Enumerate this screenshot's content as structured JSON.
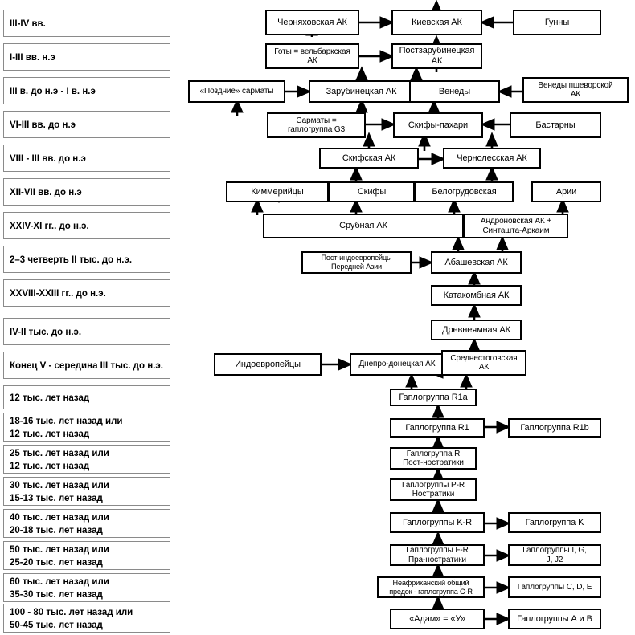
{
  "document": {
    "title": "Схема этногенеза и гаплогрупп",
    "language": "ru",
    "colors": {
      "background": "#ffffff",
      "node_border": "#000000",
      "timeline_border": "#8a8a8a",
      "text": "#000000",
      "arrow": "#000000"
    }
  },
  "timeline": {
    "name": "timeline-column",
    "items": [
      {
        "label": "III-IV вв."
      },
      {
        "label": "I-III вв. н.э"
      },
      {
        "label": "III в. до н.э - I в. н.э"
      },
      {
        "label": "VI-III вв. до н.э"
      },
      {
        "label": "VIII - III вв. до н.э"
      },
      {
        "label": "XII-VII вв. до н.э"
      },
      {
        "label": "XXIV-XI гг.. до н.э."
      },
      {
        "label": "2–3 четверть II тыс. до н.э."
      },
      {
        "label": "XXVIII-XXIII гг.. до н.э."
      },
      {
        "label": "IV-II тыс. до н.э."
      },
      {
        "label": "Конец V - середина III тыс. до н.э."
      },
      {
        "label": "12 тыс. лет назад"
      },
      {
        "label": "18-16 тыс. лет назад или\n12 тыс. лет назад"
      },
      {
        "label": "25 тыс. лет назад или\n12 тыс. лет назад"
      },
      {
        "label": "30 тыс. лет назад или\n15-13 тыс. лет назад"
      },
      {
        "label": "40 тыс. лет назад или\n20-18 тыс. лет назад"
      },
      {
        "label": "50 тыс. лет назад или\n25-20 тыс. лет назад"
      },
      {
        "label": "60 тыс. лет назад или\n35-30 тыс. лет назад"
      },
      {
        "label": "100 - 80 тыс. лет назад или\n50-45 тыс. лет назад"
      }
    ]
  },
  "diagram": {
    "name": "ethnogenesis-flowchart",
    "nodes": [
      {
        "id": "chernyahovskaya",
        "label": "Черняховская АК"
      },
      {
        "id": "kievskaya",
        "label": "Киевская АК"
      },
      {
        "id": "gunny",
        "label": "Гунны"
      },
      {
        "id": "goty_velbarskaya",
        "label": "Готы = вельбаркская\nАК"
      },
      {
        "id": "postzarubinetskaya",
        "label": "Постзарубинецкая\nАК"
      },
      {
        "id": "pozdnie_sarmaty",
        "label": "«Поздние» сарматы"
      },
      {
        "id": "zarubinetskaya",
        "label": "Зарубинецкая АК"
      },
      {
        "id": "venedy",
        "label": "Венеды"
      },
      {
        "id": "venedy_psheworsk",
        "label": "Венеды пшеворской\nАК"
      },
      {
        "id": "sarmaty_g3",
        "label": "Сарматы =\nгаплогруппа G3"
      },
      {
        "id": "skify_pahari",
        "label": "Скифы-пахари"
      },
      {
        "id": "bastarny",
        "label": "Бастарны"
      },
      {
        "id": "skifskaya_ak",
        "label": "Скифская АК"
      },
      {
        "id": "chernolesskaya",
        "label": "Чернолесская АК"
      },
      {
        "id": "kimmeriytsy",
        "label": "Киммерийцы"
      },
      {
        "id": "skify",
        "label": "Скифы"
      },
      {
        "id": "belogrudovskaya",
        "label": "Белогрудовская"
      },
      {
        "id": "arii",
        "label": "Арии"
      },
      {
        "id": "srubnaya",
        "label": "Срубная АК"
      },
      {
        "id": "andronovskaya",
        "label": "Андроновская АК +\nСинташта-Аркаим"
      },
      {
        "id": "post_ie_asia",
        "label": "Пост-индоевропейцы\nПередней Азии"
      },
      {
        "id": "abashevskaya",
        "label": "Абашевская АК"
      },
      {
        "id": "katakombnaya",
        "label": "Катакомбная АК"
      },
      {
        "id": "drevneyamnaya",
        "label": "Древнеямная АК"
      },
      {
        "id": "indoevropeytsy",
        "label": "Индоевропейцы"
      },
      {
        "id": "dnepro_donetskaya",
        "label": "Днепро-донецкая АК"
      },
      {
        "id": "srednestogovskaya",
        "label": "Среднестоговская\nАК"
      },
      {
        "id": "hg_r1a",
        "label": "Гаплогруппа R1a"
      },
      {
        "id": "hg_r1",
        "label": "Гаплогруппа R1"
      },
      {
        "id": "hg_r1b",
        "label": "Гаплогруппа R1b"
      },
      {
        "id": "hg_r_post",
        "label": "Гаплогруппа R\nПост-ностратики"
      },
      {
        "id": "hg_pr",
        "label": "Гаплогруппы Р-R\nНостратики"
      },
      {
        "id": "hg_kr",
        "label": "Гаплогруппы K-R"
      },
      {
        "id": "hg_k",
        "label": "Гаплогруппа K"
      },
      {
        "id": "hg_fr",
        "label": "Гаплогруппы F-R\nПра-ностратики"
      },
      {
        "id": "hg_igjj2",
        "label": "Гаплогруппы I, G,\nJ, J2"
      },
      {
        "id": "nonafrican",
        "label": "Неафриканский общий\nпредок - гаплогруппа C-R"
      },
      {
        "id": "hg_cde",
        "label": "Гаплогруппы C, D, E"
      },
      {
        "id": "adam",
        "label": "«Адам» = «У»"
      },
      {
        "id": "hg_ab",
        "label": "Гаплогруппы А и В"
      }
    ]
  }
}
